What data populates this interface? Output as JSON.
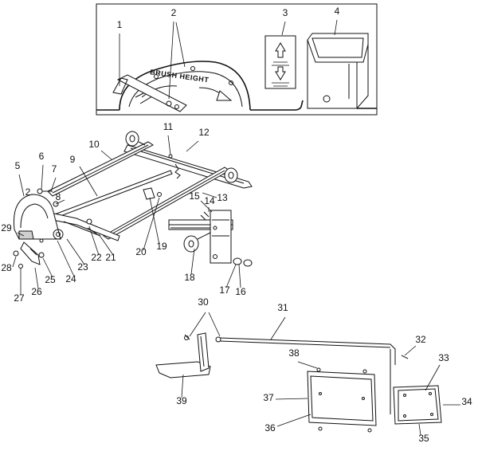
{
  "panel_text": {
    "dial_label": "BRUSH HEIGHT"
  },
  "callouts": [
    "1",
    "2",
    "3",
    "4",
    "2",
    "5",
    "6",
    "7",
    "8",
    "9",
    "10",
    "11",
    "12",
    "13",
    "14",
    "15",
    "16",
    "17",
    "18",
    "19",
    "20",
    "21",
    "22",
    "23",
    "24",
    "25",
    "26",
    "27",
    "28",
    "29",
    "30",
    "31",
    "32",
    "33",
    "34",
    "35",
    "36",
    "37",
    "38",
    "39"
  ]
}
